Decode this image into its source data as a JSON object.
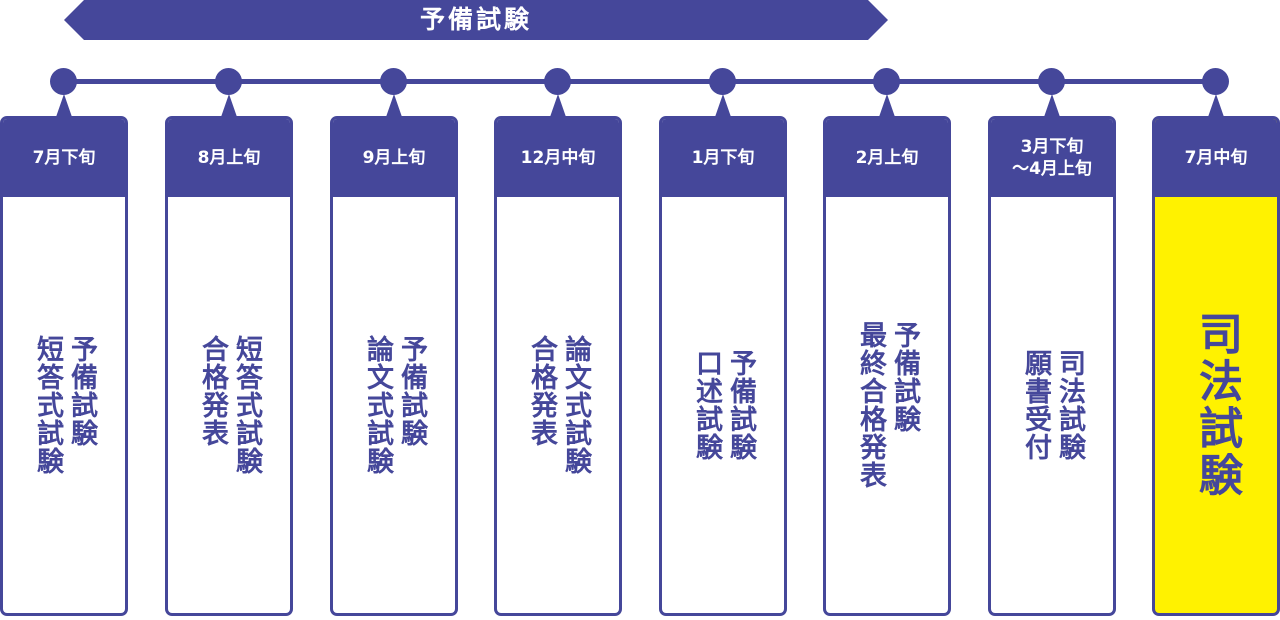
{
  "banner": {
    "label": "予備試験"
  },
  "steps": [
    {
      "date": "7月下旬",
      "label": "予備試験\n短答式試験",
      "highlight": false
    },
    {
      "date": "8月上旬",
      "label": "短答式試験\n合格発表",
      "highlight": false
    },
    {
      "date": "9月上旬",
      "label": "予備試験\n論文式試験",
      "highlight": false
    },
    {
      "date": "12月中旬",
      "label": "論文式試験\n合格発表",
      "highlight": false
    },
    {
      "date": "1月下旬",
      "label": "予備試験\n口述試験",
      "highlight": false
    },
    {
      "date": "2月上旬",
      "label": "予備試験\n最終合格発表",
      "highlight": false
    },
    {
      "date": "3月下旬\n～4月上旬",
      "label": "司法試験\n願書受付",
      "highlight": false
    },
    {
      "date": "7月中旬",
      "label": "司法試験",
      "highlight": true
    }
  ],
  "colors": {
    "primary": "#45479a",
    "highlight": "#fff200",
    "background": "#ffffff"
  }
}
